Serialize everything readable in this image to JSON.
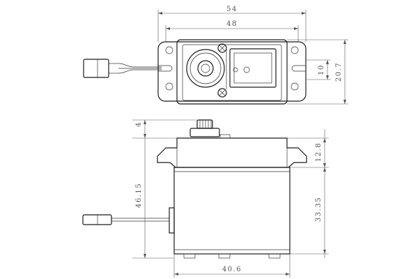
{
  "drawing": {
    "top_view": {
      "overall_width": "54",
      "mounting_width": "48",
      "hole_spacing": "10",
      "body_depth": "20.7"
    },
    "side_view": {
      "horn_height": "4",
      "flange_height": "12.8",
      "overall_height": "46.15",
      "lower_body_height": "33.35",
      "body_width": "40.6"
    }
  }
}
